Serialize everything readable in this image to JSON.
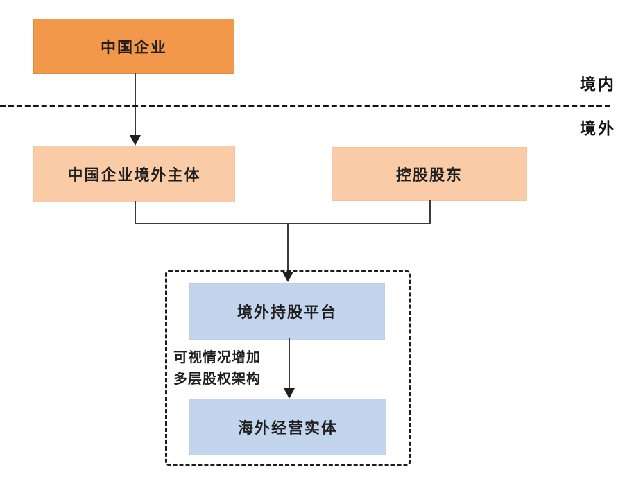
{
  "diagram": {
    "type": "org-structure-flowchart",
    "nodes": {
      "china_company": {
        "label": "中国企业",
        "fill": "#f2984b"
      },
      "china_overseas_entity": {
        "label": "中国企业境外主体",
        "fill": "#f9cba7"
      },
      "controlling_shareholder": {
        "label": "控股股东",
        "fill": "#f9cba7"
      },
      "overseas_holding_platform": {
        "label": "境外持股平台",
        "fill": "#c3d4ed"
      },
      "overseas_operating_entity": {
        "label": "海外经营实体",
        "fill": "#c3d4ed"
      }
    },
    "region_labels": {
      "above_divider": "境内",
      "below_divider": "境外"
    },
    "annotation": {
      "line1": "可视情况增加",
      "line2": "多层股权架构"
    },
    "edges": [
      {
        "from": "china_company",
        "to": "china_overseas_entity",
        "type": "arrow"
      },
      {
        "from": "china_overseas_entity",
        "to": "overseas_holding_platform",
        "type": "arrow-merged"
      },
      {
        "from": "controlling_shareholder",
        "to": "overseas_holding_platform",
        "type": "arrow-merged"
      },
      {
        "from": "overseas_holding_platform",
        "to": "overseas_operating_entity",
        "type": "arrow"
      }
    ],
    "colors": {
      "orange": "#f2984b",
      "peach": "#f9cba7",
      "blue": "#c3d4ed",
      "line": "#3a3a3a",
      "text": "#1f1f1f"
    }
  }
}
